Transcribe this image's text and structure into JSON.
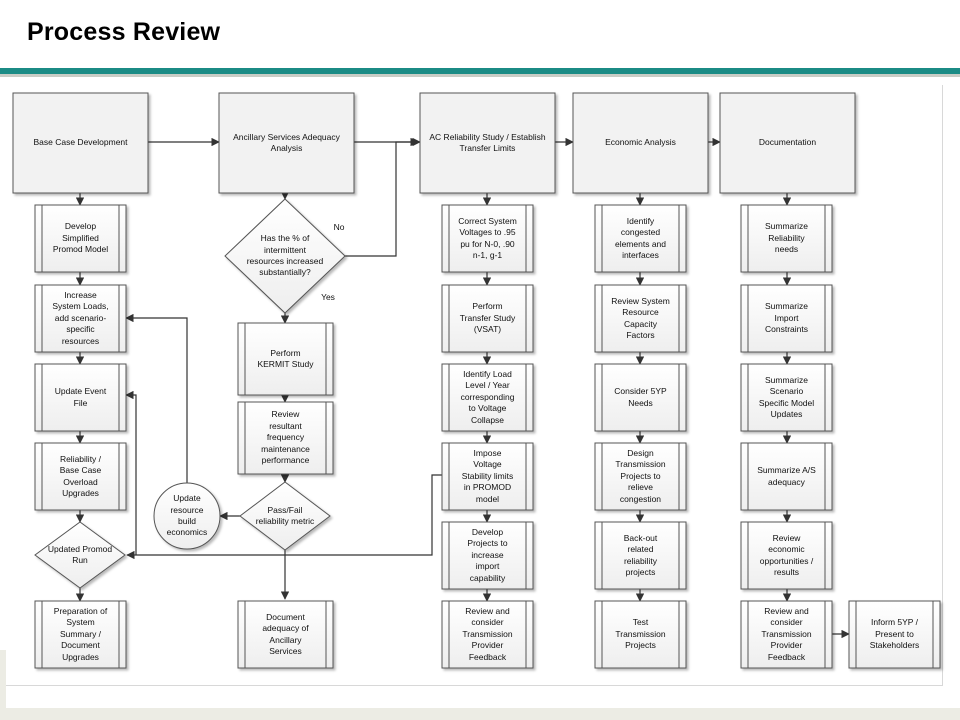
{
  "title": "Process Review",
  "headers": [
    "Base Case Development",
    "Ancillary Services Adequacy\nAnalysis",
    "AC Reliability Study / Establish\nTransfer Limits",
    "Economic Analysis",
    "Documentation"
  ],
  "col1": [
    "Develop\nSimplified\nPromod Model",
    "Increase\nSystem Loads,\nadd scenario-\nspecific\nresources",
    "Update Event\nFile",
    "Reliability /\nBase Case\nOverload\nUpgrades",
    "Updated Promod\nRun",
    "Preparation of\nSystem\nSummary /\nDocument\nUpgrades"
  ],
  "col2": {
    "decision": "Has the % of\nintermittent\nresources increased\nsubstantially?",
    "no": "No",
    "yes": "Yes",
    "kermit": "Perform\nKERMIT Study",
    "review": "Review\nresultant\nfrequency\nmaintenance\nperformance",
    "passfail": "Pass/Fail\nreliability metric",
    "update": "Update\nresource\nbuild\neconomics",
    "document": "Document\nadequacy of\nAncillary\nServices"
  },
  "col3": [
    "Correct System\nVoltages to .95\npu for N-0, .90\nn-1, g-1",
    "Perform\nTransfer Study\n(VSAT)",
    "Identify Load\nLevel / Year\ncorresponding\nto Voltage\nCollapse",
    "Impose\nVoltage\nStability limits\nin PROMOD\nmodel",
    "Develop\nProjects to\nincrease\nimport\ncapability",
    "Review and\nconsider\nTransmission\nProvider\nFeedback"
  ],
  "col4": [
    "Identify\ncongested\nelements and\ninterfaces",
    "Review System\nResource\nCapacity\nFactors",
    "Consider 5YP\nNeeds",
    "Design\nTransmission\nProjects to\nrelieve\ncongestion",
    "Back-out\nrelated\nreliability\nprojects",
    "Test\nTransmission\nProjects"
  ],
  "col5": [
    "Summarize\nReliability\nneeds",
    "Summarize\nImport\nConstraints",
    "Summarize\nScenario\nSpecific Model\nUpdates",
    "Summarize A/S\nadequacy",
    "Review\neconomic\nopportunities /\nresults",
    "Review and\nconsider\nTransmission\nProvider\nFeedback"
  ],
  "extra": "Inform 5YP /\nPresent to\nStakeholders"
}
